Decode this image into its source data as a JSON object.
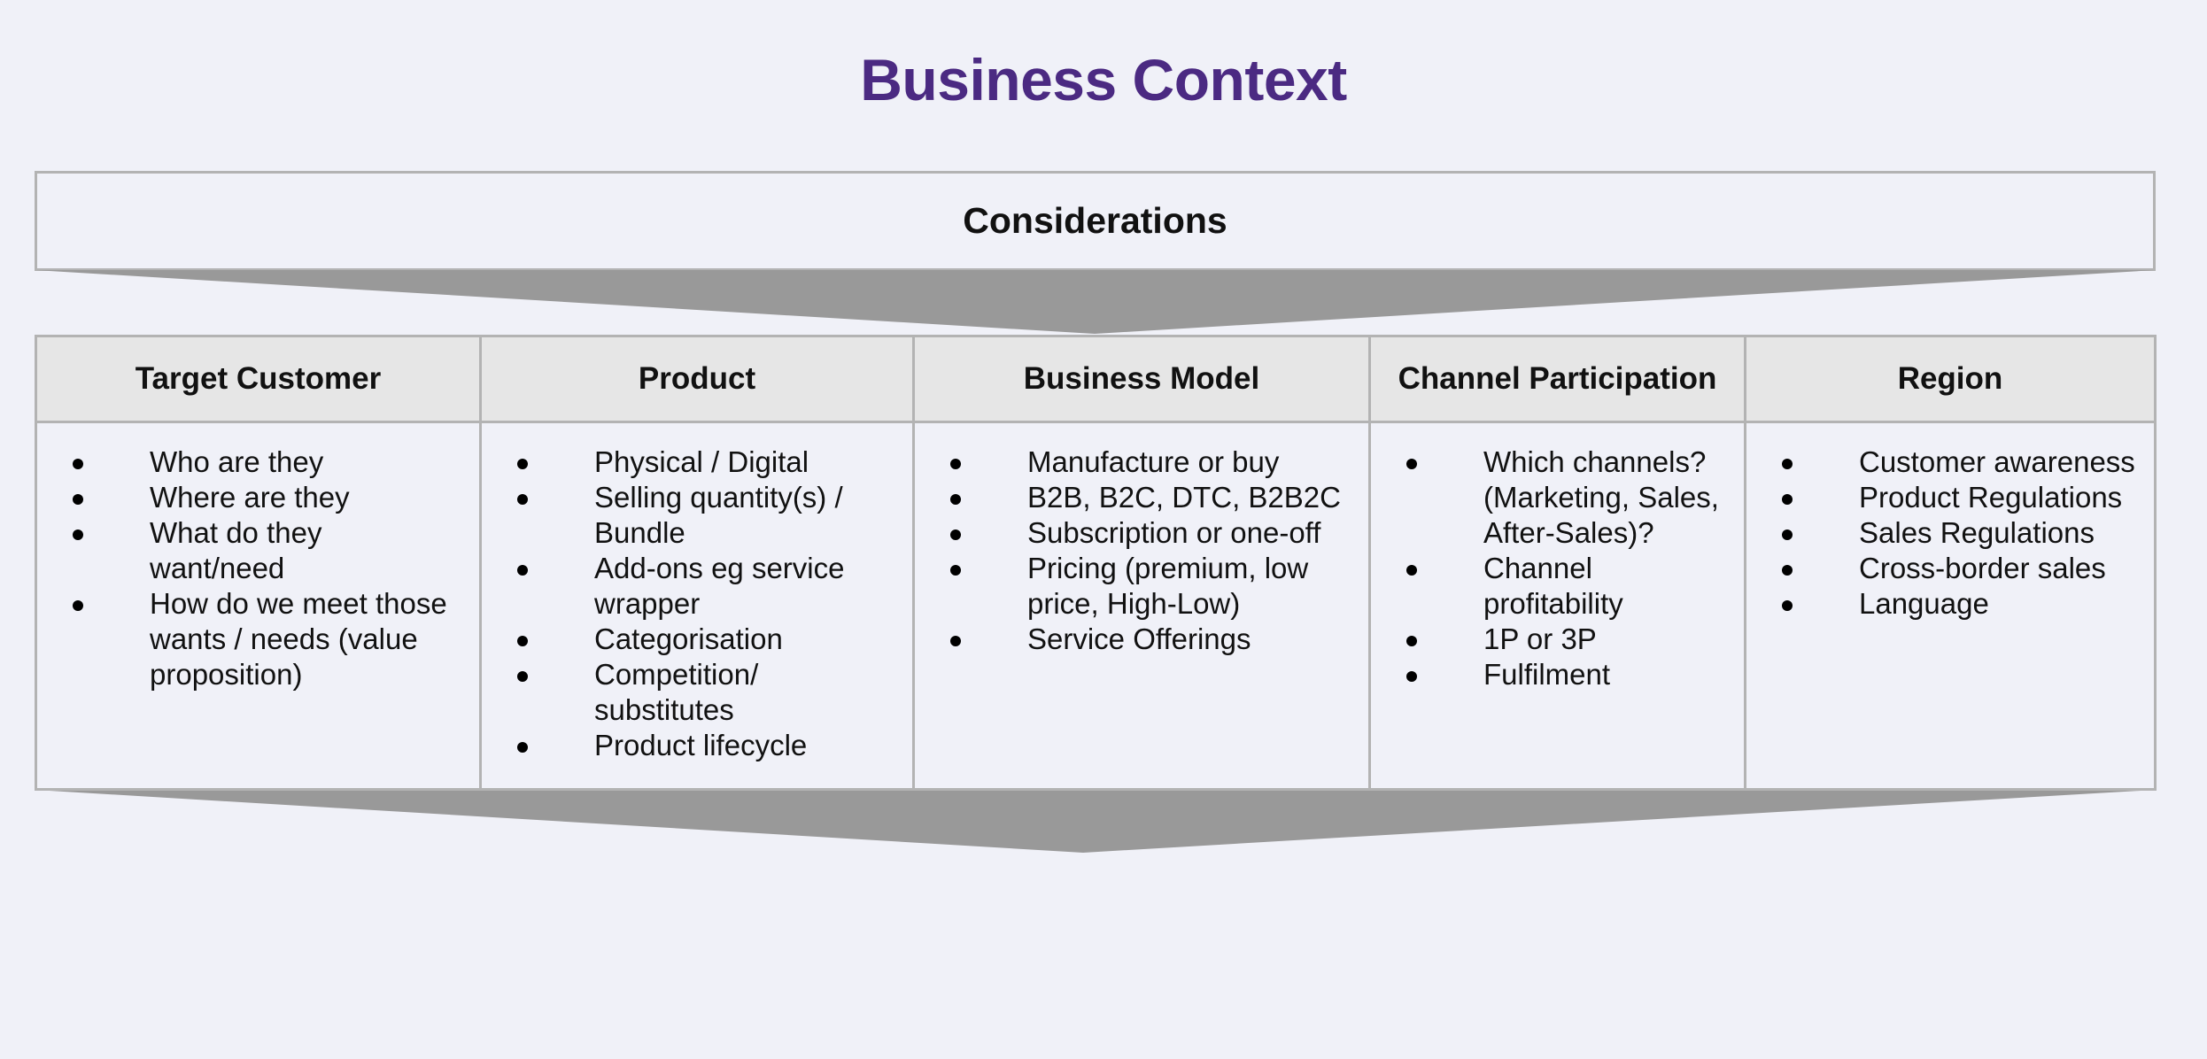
{
  "title": "Business Context",
  "considerations_label": "Considerations",
  "colors": {
    "title": "#4b2a82",
    "border": "#b3b3b3",
    "arrow": "#999999",
    "header_bg": "#e6e6e6",
    "page_bg": "#f0f1f8"
  },
  "columns": [
    {
      "header": "Target Customer",
      "items": [
        "Who are they",
        "Where are they",
        "What do they want/need",
        "How do we meet those wants / needs (value proposition)"
      ]
    },
    {
      "header": "Product",
      "items": [
        "Physical / Digital",
        "Selling quantity(s) / Bundle",
        "Add-ons eg service wrapper",
        "Categorisation",
        "Competition/ substitutes",
        "Product lifecycle"
      ]
    },
    {
      "header": "Business Model",
      "items": [
        "Manufacture or buy",
        "B2B, B2C, DTC, B2B2C",
        "Subscription or one-off",
        "Pricing (premium, low price, High-Low)",
        "Service Offerings"
      ]
    },
    {
      "header": "Channel Participation",
      "items": [
        "Which channels? (Marketing, Sales, After-Sales)?",
        "Channel profitability",
        "1P or 3P",
        "Fulfilment"
      ]
    },
    {
      "header": "Region",
      "items": [
        "Customer awareness",
        "Product Regulations",
        "Sales Regulations",
        "Cross-border sales",
        "Language"
      ]
    }
  ]
}
